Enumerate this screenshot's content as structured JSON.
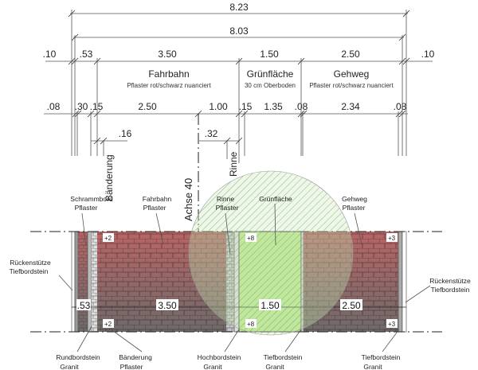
{
  "dims_total": {
    "outer": "8.23",
    "inner": "8.03"
  },
  "dims_row1": [
    ".10",
    ".53",
    "3.50",
    "1.50",
    "2.50",
    ".10"
  ],
  "dims_row2": [
    ".08",
    ".30",
    ".15",
    "2.50",
    "1.00",
    ".15",
    "1.35",
    ".08",
    "2.34",
    ".08"
  ],
  "dims_extra": {
    "baenderung": ".16",
    "rinne": ".32"
  },
  "zones": [
    {
      "title": "Fahrbahn",
      "sub": "Pflaster rot/schwarz nuanciert"
    },
    {
      "title": "Grünfläche",
      "sub": "30 cm Oberboden"
    },
    {
      "title": "Gehweg",
      "sub": "Pflaster rot/schwarz nuanciert"
    }
  ],
  "vertical_labels": {
    "baenderung": "Bänderung",
    "rinne": "Rinne",
    "achse": "Achse 40"
  },
  "plan_widths": [
    ".53",
    "3.50",
    "1.50",
    "2.50"
  ],
  "levels": [
    "+2",
    "+8",
    "+3"
  ],
  "callouts_top": [
    [
      "Schrammbord",
      "Pflaster"
    ],
    [
      "Fahrbahn",
      "Pflaster"
    ],
    [
      "Rinne",
      "Pflaster"
    ],
    [
      "Grünfläche",
      ""
    ],
    [
      "Gehweg",
      "Pflaster"
    ]
  ],
  "callouts_side": [
    [
      "Rückenstütze",
      "Tiefbordstein"
    ],
    [
      "Rückenstütze",
      "Tiefbordstein"
    ]
  ],
  "callouts_bottom": [
    [
      "Rundbordstein",
      "Granit"
    ],
    [
      "Bänderung",
      "Pflaster"
    ],
    [
      "Hochbordstein",
      "Granit"
    ],
    [
      "Tiefbordstein",
      "Granit"
    ],
    [
      "Tiefbordstein",
      "Granit"
    ]
  ],
  "colors": {
    "paver_top": "#b86464",
    "paver_bottom": "#6e6a6a",
    "green": "#b8e68a",
    "hatch": "#6aa84f"
  }
}
